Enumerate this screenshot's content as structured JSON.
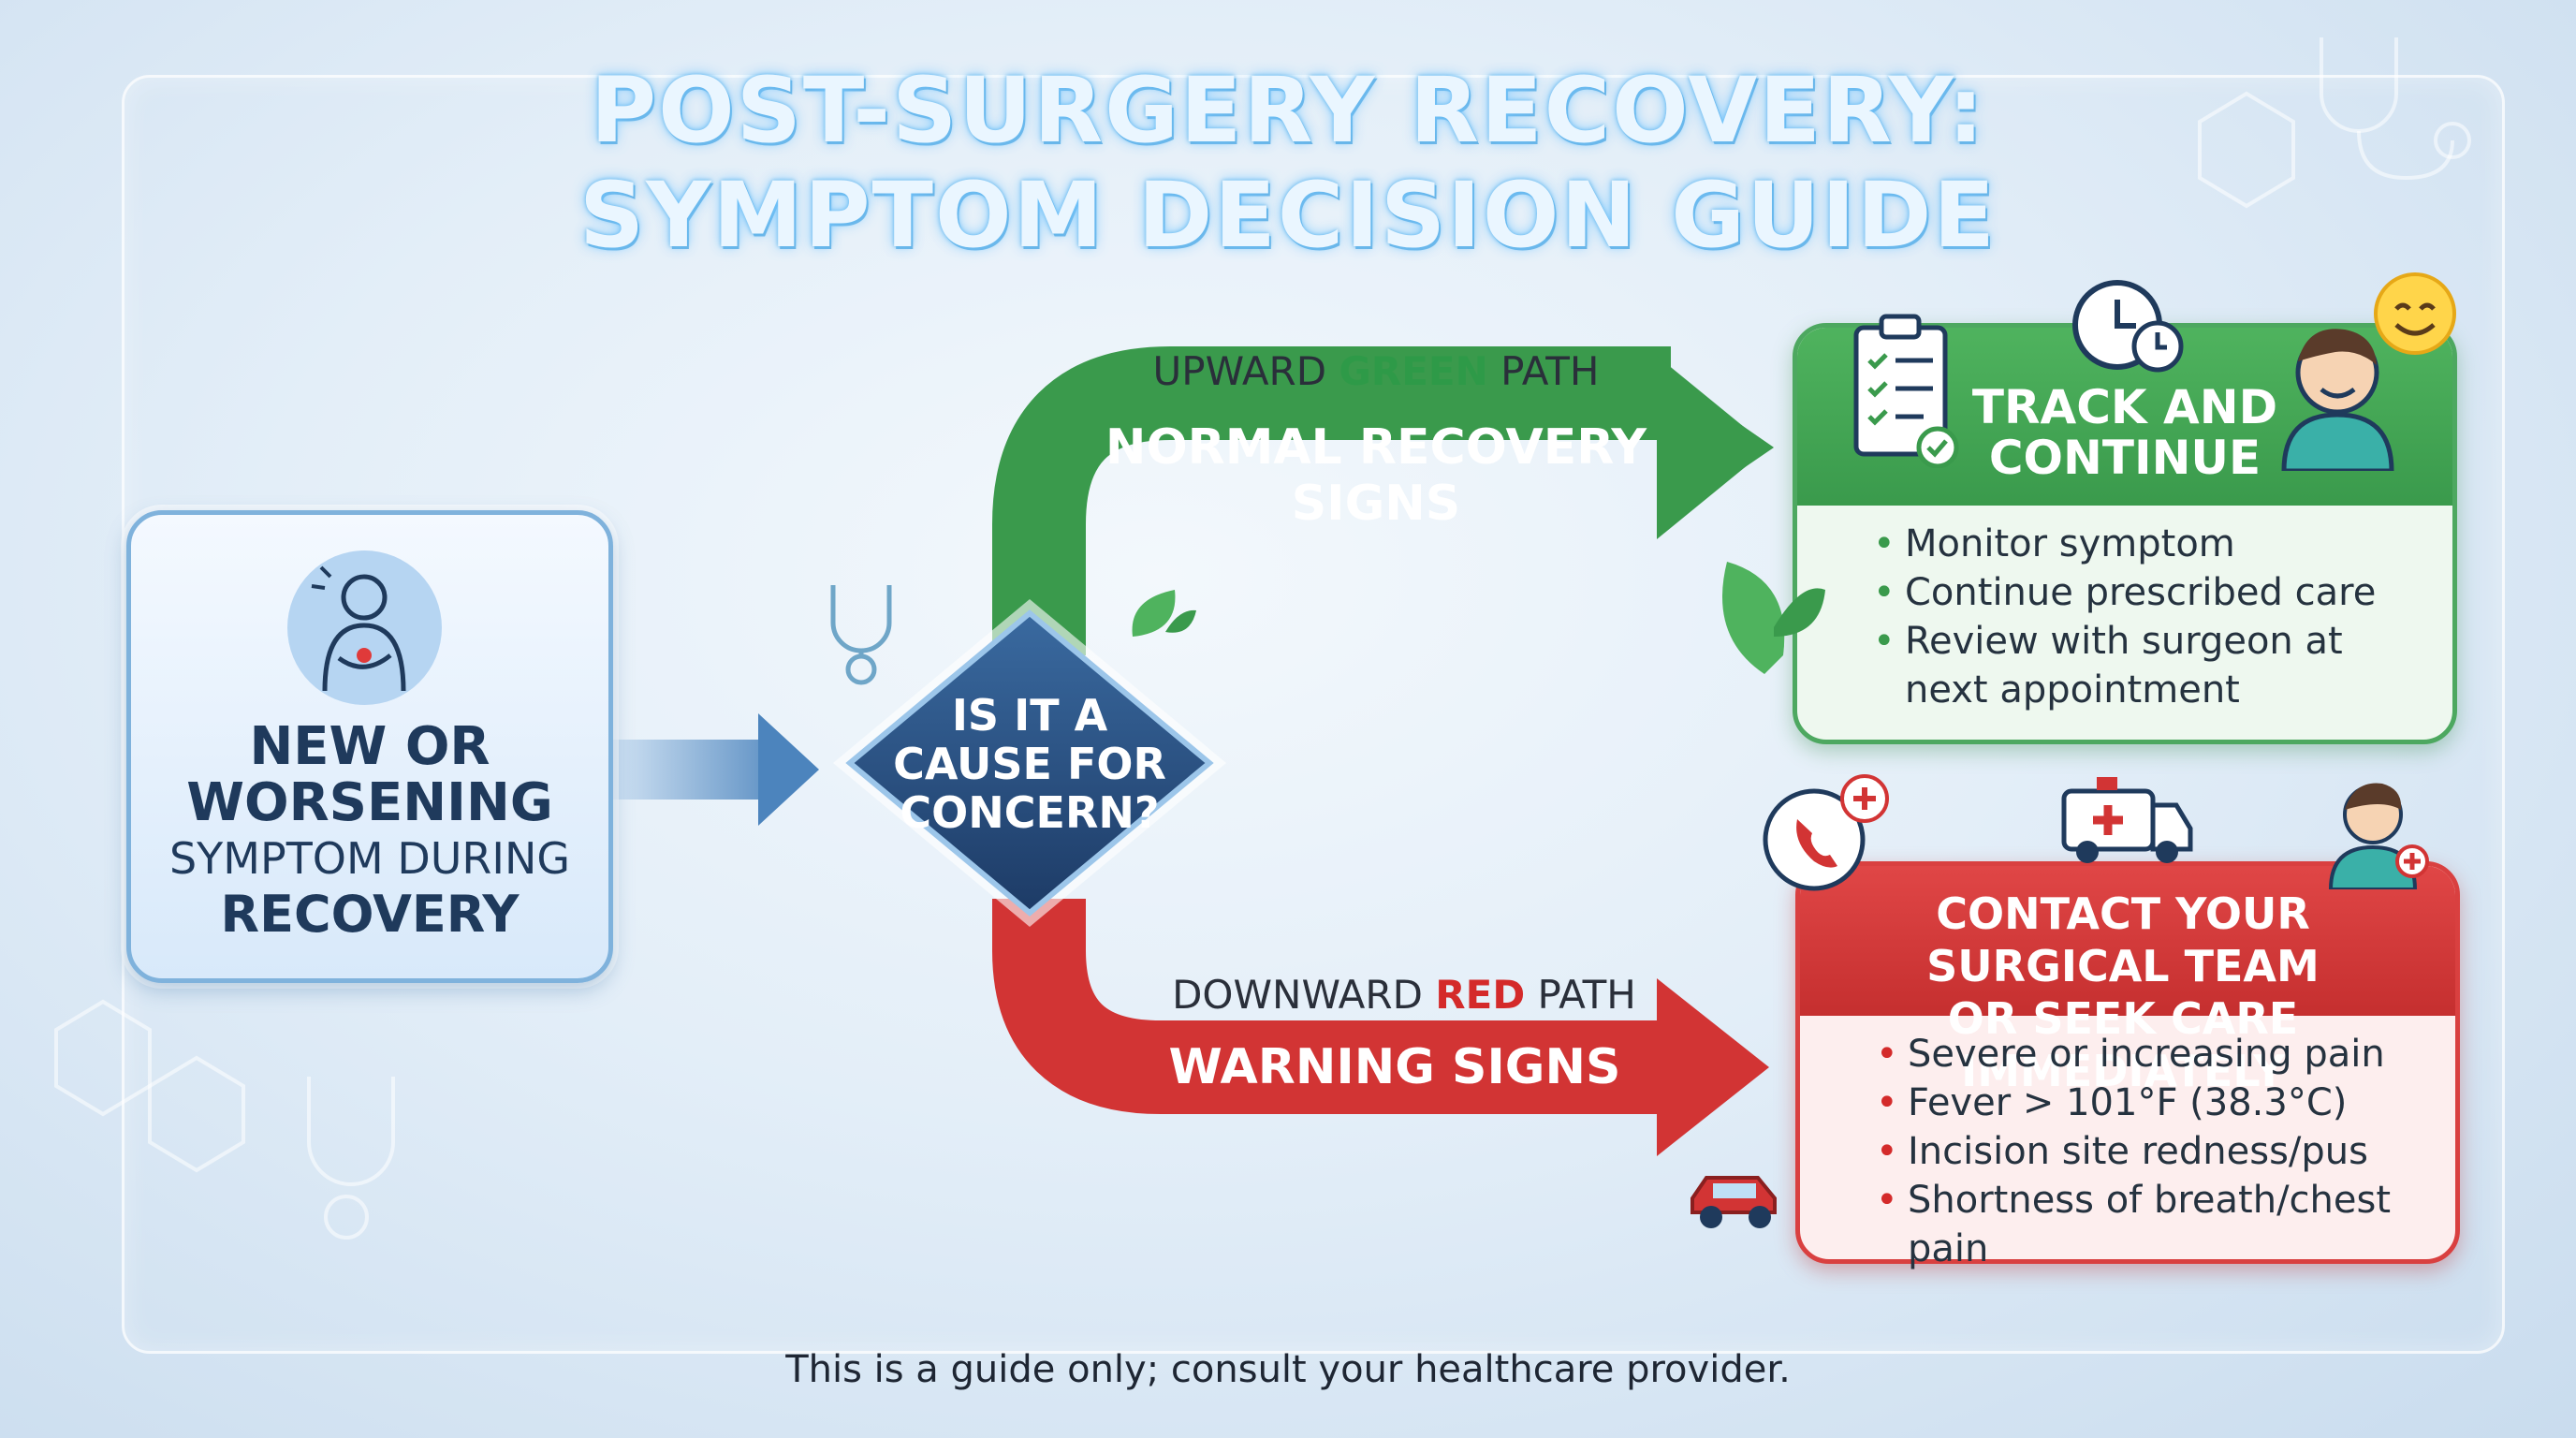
{
  "title": {
    "line1": "POST-SURGERY RECOVERY:",
    "line2": "SYMPTOM DECISION GUIDE"
  },
  "start": {
    "line1": "NEW OR",
    "line2": "WORSENING",
    "line3": "SYMPTOM DURING",
    "line4": "RECOVERY"
  },
  "decision": {
    "line1": "IS IT A",
    "line2": "CAUSE FOR",
    "line3": "CONCERN?"
  },
  "paths": {
    "top": {
      "prefix": "UPWARD ",
      "color_word": "GREEN",
      "suffix": " PATH",
      "arrow_label": "NORMAL RECOVERY SIGNS",
      "color": "#3a9a4c"
    },
    "bottom": {
      "prefix": "DOWNWARD ",
      "color_word": "RED",
      "suffix": " PATH",
      "arrow_label": "WARNING SIGNS",
      "color": "#d23434"
    }
  },
  "green_box": {
    "title_line1": "TRACK AND",
    "title_line2": "CONTINUE",
    "items": [
      "Monitor symptom",
      "Continue prescribed care",
      "Review with surgeon at next appointment"
    ]
  },
  "red_box": {
    "title_line1": "CONTACT YOUR SURGICAL TEAM",
    "title_line2": "OR SEEK CARE IMMEDIATELY",
    "items": [
      "Severe or increasing pain",
      "Fever > 101°F (38.3°C)",
      "Incision site redness/pus",
      "Shortness of breath/chest pain"
    ]
  },
  "footnote": "This is a guide only; consult your healthcare provider.",
  "icons": [
    "person-pain-icon",
    "stethoscope-icon",
    "leaf-icon",
    "clipboard-checklist-icon",
    "clock-icon",
    "smiling-patient-icon",
    "smiley-face-icon",
    "phone-call-icon",
    "ambulance-icon",
    "nurse-icon",
    "car-icon"
  ]
}
